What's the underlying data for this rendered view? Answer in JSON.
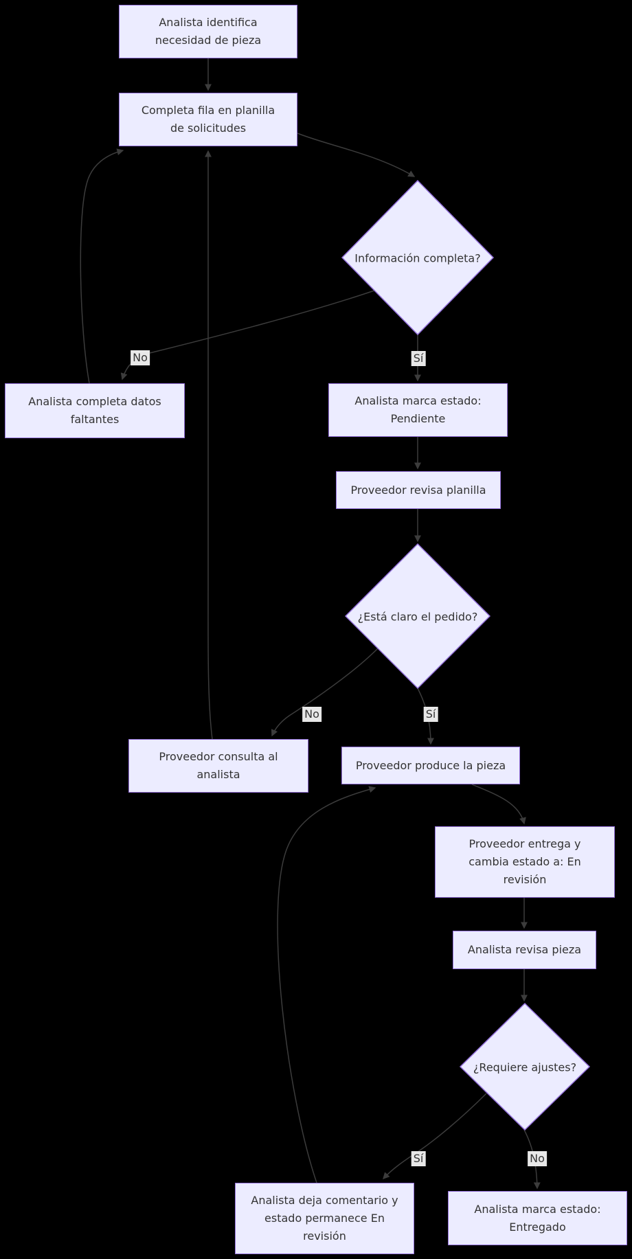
{
  "diagram": {
    "type": "flowchart",
    "background": "#000000",
    "node_fill": "#ECECFF",
    "node_border": "#9370DB",
    "node_text_color": "#333333",
    "edge_color": "#3C3C3C",
    "edge_label_bg": "#E8E8E8"
  },
  "nodes": [
    {
      "id": "analista-identifica",
      "shape": "rect",
      "lines": [
        "Analista identifica",
        "necesidad de pieza"
      ]
    },
    {
      "id": "completa-fila",
      "shape": "rect",
      "lines": [
        "Completa fila en planilla",
        "de solicitudes"
      ]
    },
    {
      "id": "informacion-completa",
      "shape": "diamond",
      "lines": [
        "Información completa?"
      ]
    },
    {
      "id": "completa-datos",
      "shape": "rect",
      "lines": [
        "Analista completa datos",
        "faltantes"
      ]
    },
    {
      "id": "marca-pendiente",
      "shape": "rect",
      "lines": [
        "Analista marca estado:",
        "Pendiente"
      ]
    },
    {
      "id": "proveedor-revisa",
      "shape": "rect",
      "lines": [
        "Proveedor revisa planilla"
      ]
    },
    {
      "id": "esta-claro-pedido",
      "shape": "diamond",
      "lines": [
        "¿Está claro el pedido?"
      ]
    },
    {
      "id": "proveedor-consulta",
      "shape": "rect",
      "lines": [
        "Proveedor consulta al",
        "analista"
      ]
    },
    {
      "id": "proveedor-produce",
      "shape": "rect",
      "lines": [
        "Proveedor produce la pieza"
      ]
    },
    {
      "id": "proveedor-entrega",
      "shape": "rect",
      "lines": [
        "Proveedor entrega y",
        "cambia estado a: En",
        "revisión"
      ]
    },
    {
      "id": "analista-revisa",
      "shape": "rect",
      "lines": [
        "Analista revisa pieza"
      ]
    },
    {
      "id": "requiere-ajustes",
      "shape": "diamond",
      "lines": [
        "¿Requiere ajustes?"
      ]
    },
    {
      "id": "deja-comentario",
      "shape": "rect",
      "lines": [
        "Analista deja comentario y",
        "estado permanece En",
        "revisión"
      ]
    },
    {
      "id": "marca-entregado",
      "shape": "rect",
      "lines": [
        "Analista marca estado:",
        "Entregado"
      ]
    }
  ],
  "edge_labels": [
    {
      "id": "info-no",
      "text": "No"
    },
    {
      "id": "info-si",
      "text": "Sí"
    },
    {
      "id": "pedido-no",
      "text": "No"
    },
    {
      "id": "pedido-si",
      "text": "Sí"
    },
    {
      "id": "ajustes-si",
      "text": "Sí"
    },
    {
      "id": "ajustes-no",
      "text": "No"
    }
  ]
}
